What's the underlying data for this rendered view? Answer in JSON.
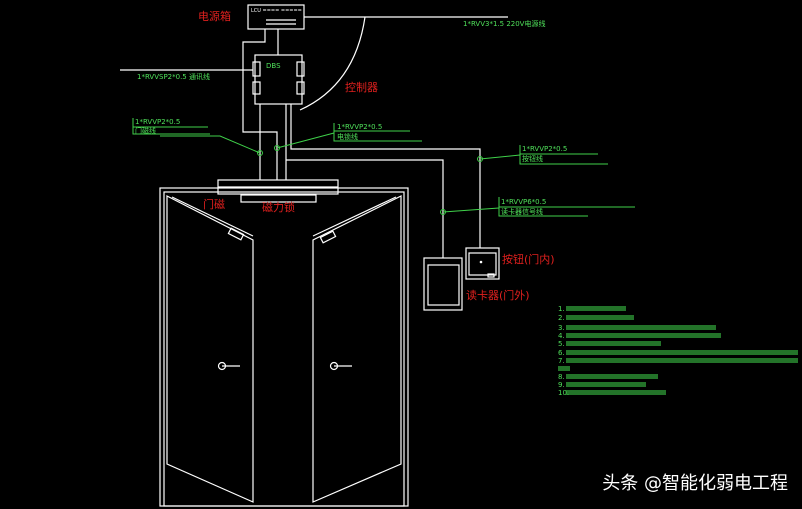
{
  "labels": {
    "power_box": "电源箱",
    "controller": "控制器",
    "door_sensor": "门磁",
    "magnetic_lock": "磁力锁",
    "exit_button": "按钮(门内)",
    "card_reader": "读卡器(门外)",
    "dbs": "DBS"
  },
  "cables": {
    "power": "1*RVV3*1.5  220V电源线",
    "network": "1*RVVSP2*0.5  通讯线",
    "door_sensor_cable": "1*RVVP2*0.5",
    "door_sensor_name": "门磁线",
    "lock_cable": "1*RVVP2*0.5",
    "lock_name": "电锁线",
    "button_cable": "1*RVVP2*0.5",
    "button_name": "按钮线",
    "reader_cable": "1*RVVP6*0.5",
    "reader_name": "读卡器信号线"
  },
  "notes": [
    "1.",
    "2.",
    "3.",
    "4.",
    "5.",
    "6.",
    "7.",
    "",
    "8.",
    "9.",
    "10."
  ],
  "watermark": "头条 @智能化弱电工程",
  "colors": {
    "background": "#000000",
    "lines": "#ffffff",
    "annotation": "#3fd14a",
    "labels": "#e0201e"
  }
}
